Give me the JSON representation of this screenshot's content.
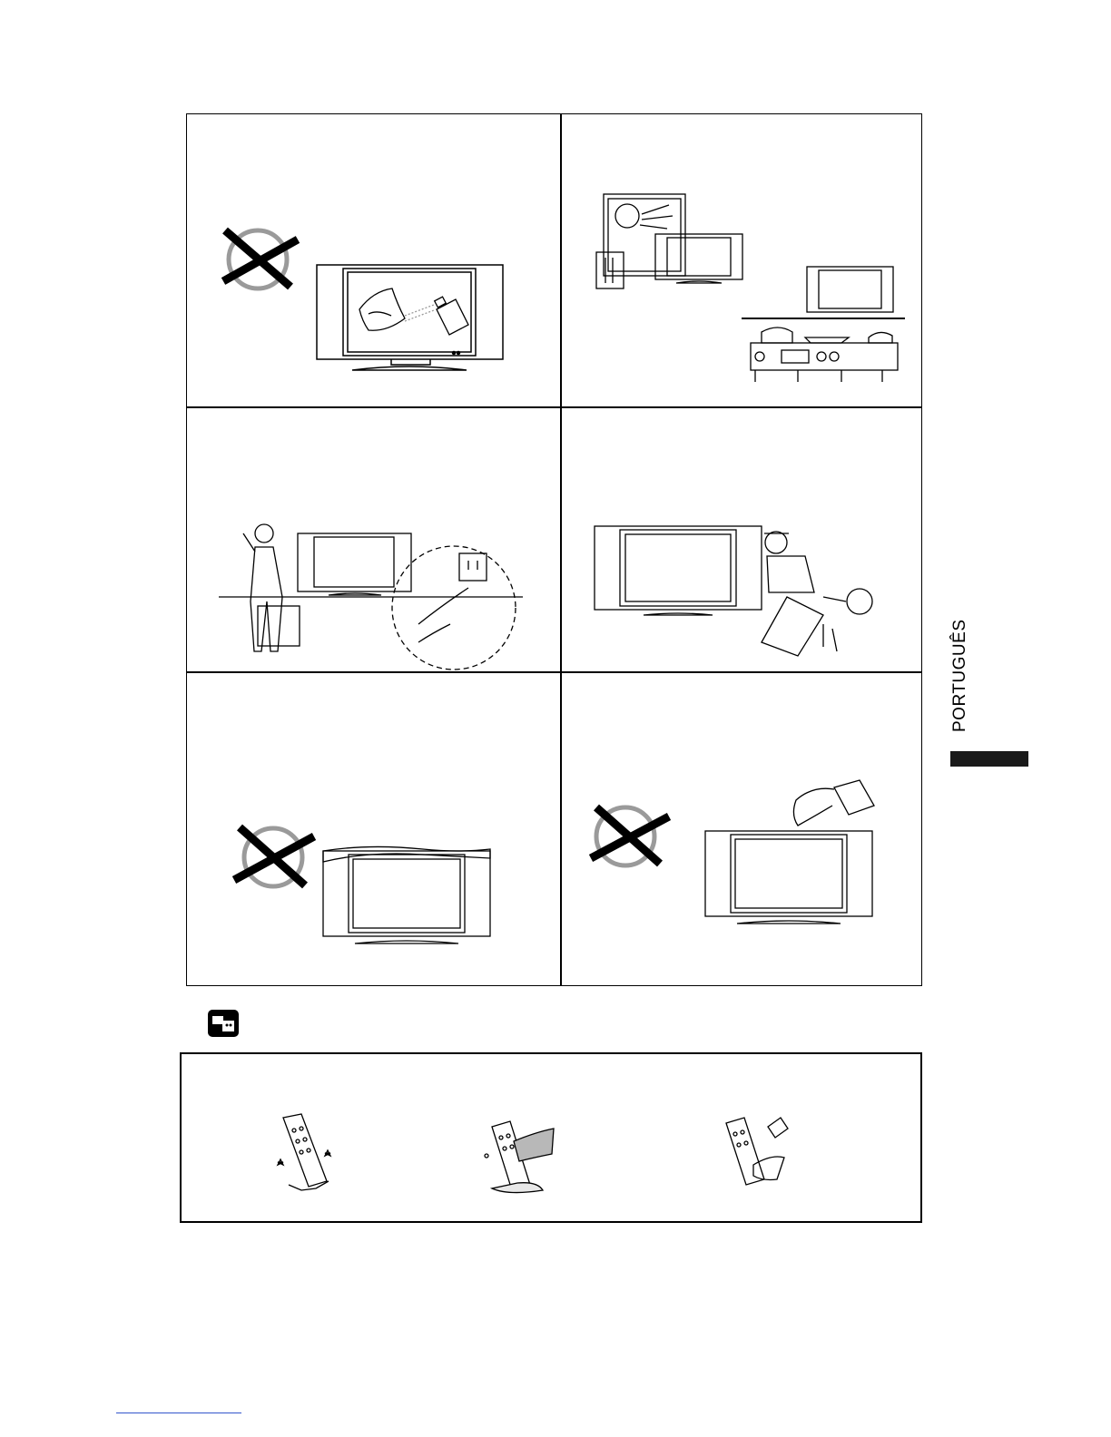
{
  "page": {
    "side_tab": {
      "label": "PORTUGUÊS"
    },
    "icons": {
      "note": "note-icon",
      "prohibited": "prohibited-mark-icon"
    },
    "colors": {
      "ink": "#000000",
      "prohibited_ring": "#9a9a9a",
      "footer_link": "#3355cc"
    }
  },
  "figures": [
    {
      "name": "no-spray-cleaner-illustration",
      "prohibited": true
    },
    {
      "name": "no-heat-sunlight-illustration",
      "prohibited": false
    },
    {
      "name": "unplug-when-away-illustration",
      "prohibited": false
    },
    {
      "name": "service-technician-illustration",
      "prohibited": false
    },
    {
      "name": "no-covering-vents-illustration",
      "prohibited": true
    },
    {
      "name": "no-liquids-on-top-illustration",
      "prohibited": true
    }
  ],
  "remote_figures": [
    {
      "name": "remote-no-drop-illustration"
    },
    {
      "name": "remote-no-water-illustration"
    },
    {
      "name": "remote-no-chemicals-illustration"
    }
  ]
}
